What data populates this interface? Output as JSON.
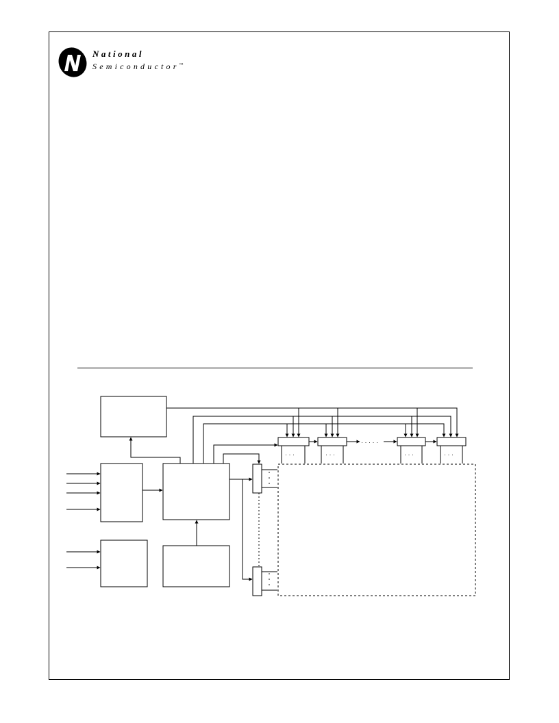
{
  "header": {
    "brand_line1": "National",
    "brand_line2": "Semiconductor",
    "trademark": "™"
  },
  "diagram": {
    "register_dots": "· · ·",
    "chain_dots": "· · · · ·",
    "column_dots": "·\n·\n·"
  }
}
